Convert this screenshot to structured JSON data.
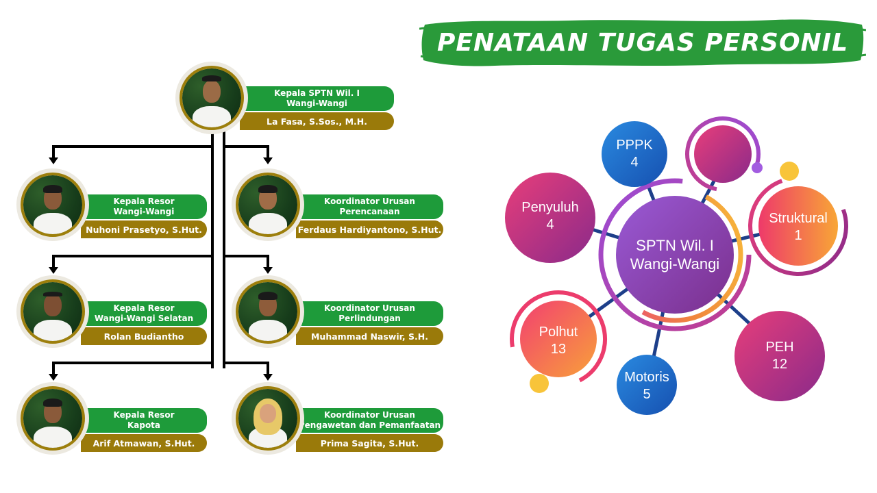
{
  "title": "PENATAAN TUGAS PERSONIL",
  "org": {
    "head": {
      "role_line1": "Kepala SPTN Wil. I",
      "role_line2": "Wangi-Wangi",
      "name": "La Fasa, S.Sos., M.H."
    },
    "left": [
      {
        "role_line1": "Kepala Resor",
        "role_line2": "Wangi-Wangi",
        "name": "Nuhoni Prasetyo, S.Hut."
      },
      {
        "role_line1": "Kepala Resor",
        "role_line2": "Wangi-Wangi Selatan",
        "name": "Rolan Budiantho"
      },
      {
        "role_line1": "Kepala Resor",
        "role_line2": "Kapota",
        "name": "Arif Atmawan, S.Hut."
      }
    ],
    "right": [
      {
        "role_line1": "Koordinator Urusan",
        "role_line2": "Perencanaan",
        "name": "Ferdaus Hardiyantono, S.Hut."
      },
      {
        "role_line1": "Koordinator Urusan",
        "role_line2": "Perlindungan",
        "name": "Muhammad Naswir, S.H."
      },
      {
        "role_line1": "Koordinator Urusan",
        "role_line2": "Pengawetan dan Pemanfaatan",
        "name": "Prima Sagita, S.Hut."
      }
    ]
  },
  "diagram": {
    "center_line1": "SPTN Wil. I",
    "center_line2": "Wangi-Wangi",
    "categories": [
      {
        "label": "PPPK",
        "count": "4"
      },
      {
        "label": "Penyuluh",
        "count": "4"
      },
      {
        "label": "Struktural",
        "count": "1"
      },
      {
        "label": "Polhut",
        "count": "13"
      },
      {
        "label": "PEH",
        "count": "12"
      },
      {
        "label": "Motoris",
        "count": "5"
      }
    ]
  },
  "colors": {
    "green": "#1e9b3a",
    "gold": "#9a7a0a",
    "banner": "#2a9a3a"
  }
}
